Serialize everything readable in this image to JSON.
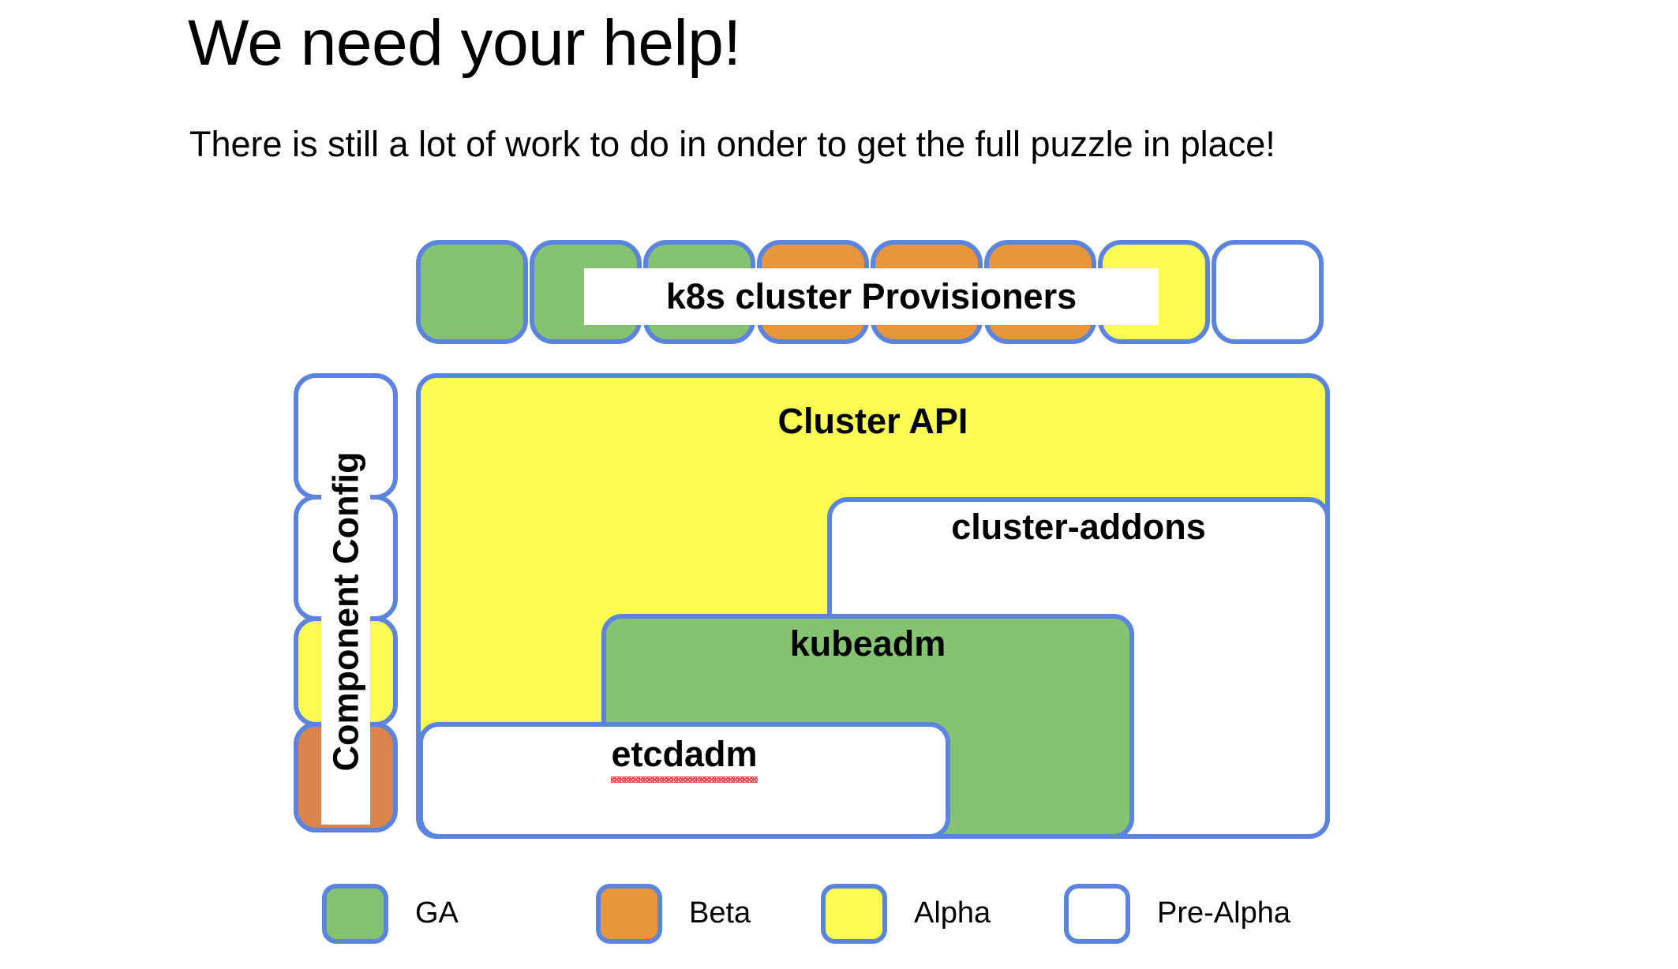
{
  "slide": {
    "title": "We need your help!",
    "subtitle": "There is still a lot of work to do in onder to get the full puzzle in place!"
  },
  "provisioner_row": {
    "label": "k8s cluster Provisioners",
    "boxes": [
      {
        "status": "GA",
        "color": "#85C271"
      },
      {
        "status": "GA",
        "color": "#85C271"
      },
      {
        "status": "GA",
        "color": "#85C271"
      },
      {
        "status": "Beta",
        "color": "#E8963A"
      },
      {
        "status": "Beta",
        "color": "#E8963A"
      },
      {
        "status": "Beta",
        "color": "#E8963A"
      },
      {
        "status": "Alpha",
        "color": "#FBFB54"
      },
      {
        "status": "Pre-Alpha",
        "color": "#FFFFFF"
      }
    ]
  },
  "component_config": {
    "label": "Component Config",
    "boxes": [
      {
        "status": "Pre-Alpha",
        "color": "#FFFFFF"
      },
      {
        "status": "Pre-Alpha",
        "color": "#FFFFFF"
      },
      {
        "status": "Alpha",
        "color": "#FBFB54"
      },
      {
        "status": "Beta",
        "color": "#D9854B"
      }
    ]
  },
  "components": [
    {
      "id": "cluster-api",
      "label": "Cluster API",
      "status": "Alpha",
      "color": "#FBFB54"
    },
    {
      "id": "cluster-addons",
      "label": "cluster-addons",
      "status": "Pre-Alpha",
      "color": "#FFFFFF"
    },
    {
      "id": "kubeadm",
      "label": "kubeadm",
      "status": "GA",
      "color": "#85C271"
    },
    {
      "id": "etcdadm",
      "label": "etcdadm",
      "status": "Pre-Alpha",
      "color": "#FFFFFF",
      "spellcheck_underline": true
    }
  ],
  "legend": {
    "items": [
      {
        "label": "GA",
        "color": "#85C271"
      },
      {
        "label": "Beta",
        "color": "#E8963A"
      },
      {
        "label": "Alpha",
        "color": "#FBFB54"
      },
      {
        "label": "Pre-Alpha",
        "color": "#FFFFFF"
      }
    ]
  },
  "theme": {
    "border_color": "#5B84DF",
    "background": "#FFFFFF",
    "text_color": "#000000",
    "spellcheck_color": "#E03030"
  }
}
